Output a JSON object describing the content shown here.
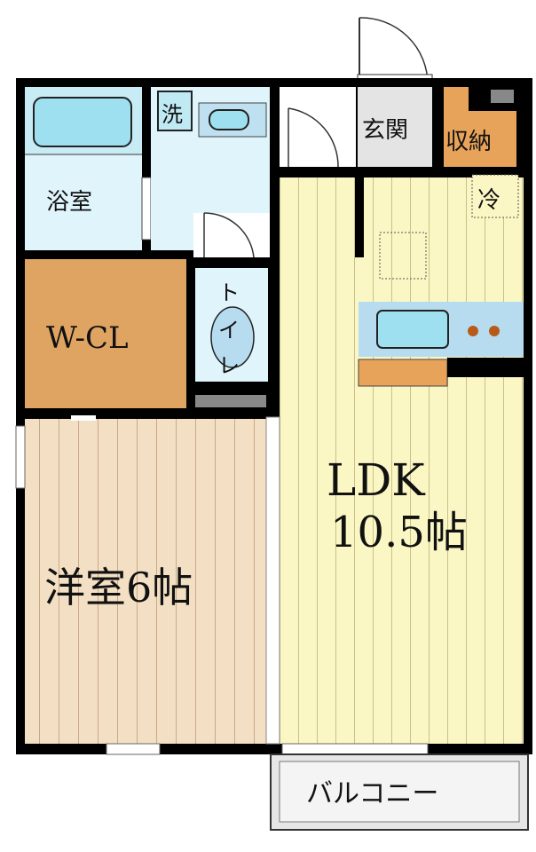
{
  "floorplan": {
    "rooms": {
      "bath": "浴室",
      "wash": "洗",
      "entrance": "玄関",
      "storage": "収納",
      "fridge": "冷",
      "walk_in_closet": "W-CL",
      "toilet_1": "ト",
      "toilet_2": "イ",
      "toilet_3": "レ",
      "ldk_name": "LDK",
      "ldk_size": "10.5帖",
      "western_room": "洋室6帖",
      "balcony": "バルコニー"
    },
    "colors": {
      "wall": "#000000",
      "ldk_floor": "#fbf7c4",
      "western_floor": "#f3e0c4",
      "closet": "#e0a462",
      "wet_area": "#dff4fb",
      "fixture": "#9ee0f0",
      "storage": "#e8a35a"
    }
  }
}
